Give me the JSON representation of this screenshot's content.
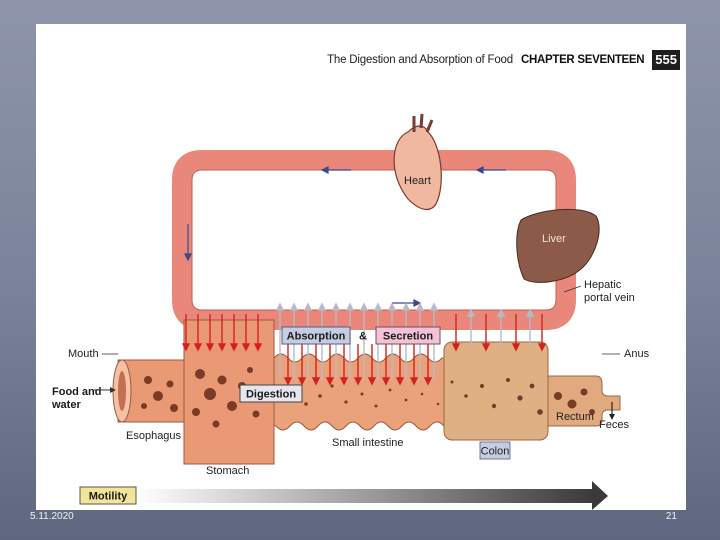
{
  "header": {
    "title": "The Digestion and Absorption of Food",
    "chapter": "CHAPTER SEVENTEEN",
    "page": "555"
  },
  "labels": {
    "heart": "Heart",
    "liver": "Liver",
    "hepatic_1": "Hepatic",
    "hepatic_2": "portal vein",
    "mouth": "Mouth",
    "food_1": "Food and",
    "food_2": "water",
    "esophagus": "Esophagus",
    "stomach": "Stomach",
    "small_intestine": "Small intestine",
    "colon": "Colon",
    "rectum": "Rectum",
    "anus": "Anus",
    "feces": "Feces",
    "absorption": "Absorption",
    "ampersand": "&",
    "secretion": "Secretion",
    "digestion": "Digestion",
    "motility": "Motility"
  },
  "colors": {
    "vessel": "#e8877a",
    "gut": "#e9a27a",
    "colon": "#dfb284",
    "liver": "#8b5a48",
    "heart": "#f0b8a0",
    "absorption_box": "#c5cde3",
    "secretion_box": "#f3c2d6",
    "arrow_red": "#d62020"
  },
  "footer": {
    "date": "5.11.2020",
    "slide_number": "21"
  }
}
